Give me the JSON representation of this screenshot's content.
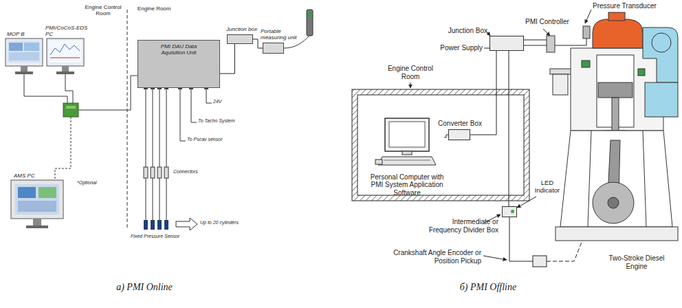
{
  "diagram": {
    "nodes": [
      {
        "text": [
          "PMI DAU Data Aquisition Unit"
        ]
      },
      {
        "text": [
          "Junction box"
        ]
      },
      {
        "text": [
          "Portable measuring unit"
        ]
      },
      {
        "text": [
          "MOP B"
        ]
      },
      {
        "text": [
          "PMI/CoCoS-EDS PC"
        ]
      },
      {
        "text": [
          "AMS PC"
        ]
      },
      {
        "text": [
          "Converter Box"
        ]
      },
      {
        "text": [
          "Personal Computer with PMI System Application Software"
        ]
      },
      {
        "text": [
          "Junction Box"
        ]
      },
      {
        "text": [
          "Intermediate or Frequency Divider Box"
        ]
      }
    ],
    "edges": [
      {
        "from": 0,
        "to": 1,
        "arrow": "none"
      },
      {
        "from": 1,
        "to": 2,
        "arrow": "none"
      },
      {
        "from": 7,
        "to": 6,
        "arrow": "none"
      },
      {
        "from": 6,
        "to": 8,
        "arrow": "none"
      },
      {
        "from": 8,
        "to": 9,
        "arrow": "none"
      }
    ],
    "labels": [
      "Engine Control Room",
      "Engine Room",
      "24V",
      "To Tacho System",
      "To Pscav sensor",
      "Connectors",
      "Fixed Pressure Sensor",
      "Up to 20 cylinders",
      "*Optional",
      "Engine Control Room",
      "Power Supply",
      "PMI Controller",
      "Pressure Transducer",
      "LED Indicator",
      "Crankshaft Angle Encoder or Position Pickup",
      "Two-Stroke Diesel Engine",
      "a) PMI Online",
      "б) PMI Offline"
    ]
  }
}
